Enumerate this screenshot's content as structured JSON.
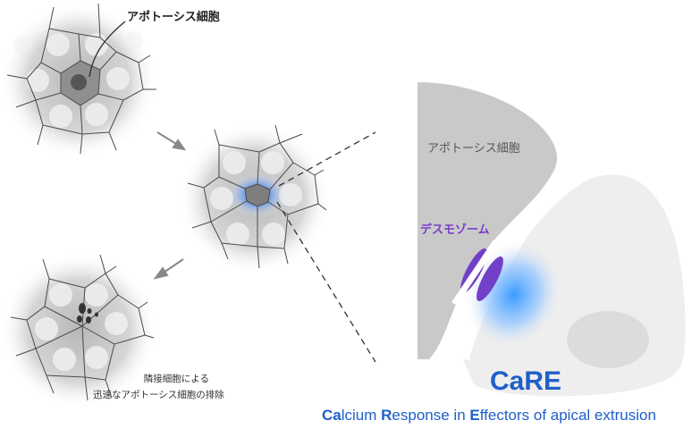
{
  "labels": {
    "apoptotic_cell_top": "アポトーシス細胞",
    "apoptotic_cell_right": "アポトーシス細胞",
    "desmosome": "デスモゾーム",
    "caption_line1": "隣接細胞による",
    "caption_line2": "迅速なアポトーシス細胞の排除",
    "care_title": "CaRE",
    "care_full": {
      "w1_bold": "Ca",
      "w1_rest": "lcium ",
      "w2_bold": "R",
      "w2_rest": "esponse in ",
      "w3_bold": "E",
      "w3_rest": "ffectors of apical extrusion"
    }
  },
  "colors": {
    "calcium_blue": "#3a9bff",
    "desmosome_purple": "#7240c8",
    "apoptotic_gray": "#c9c9c9",
    "text_blue": "#1f5fc8"
  }
}
